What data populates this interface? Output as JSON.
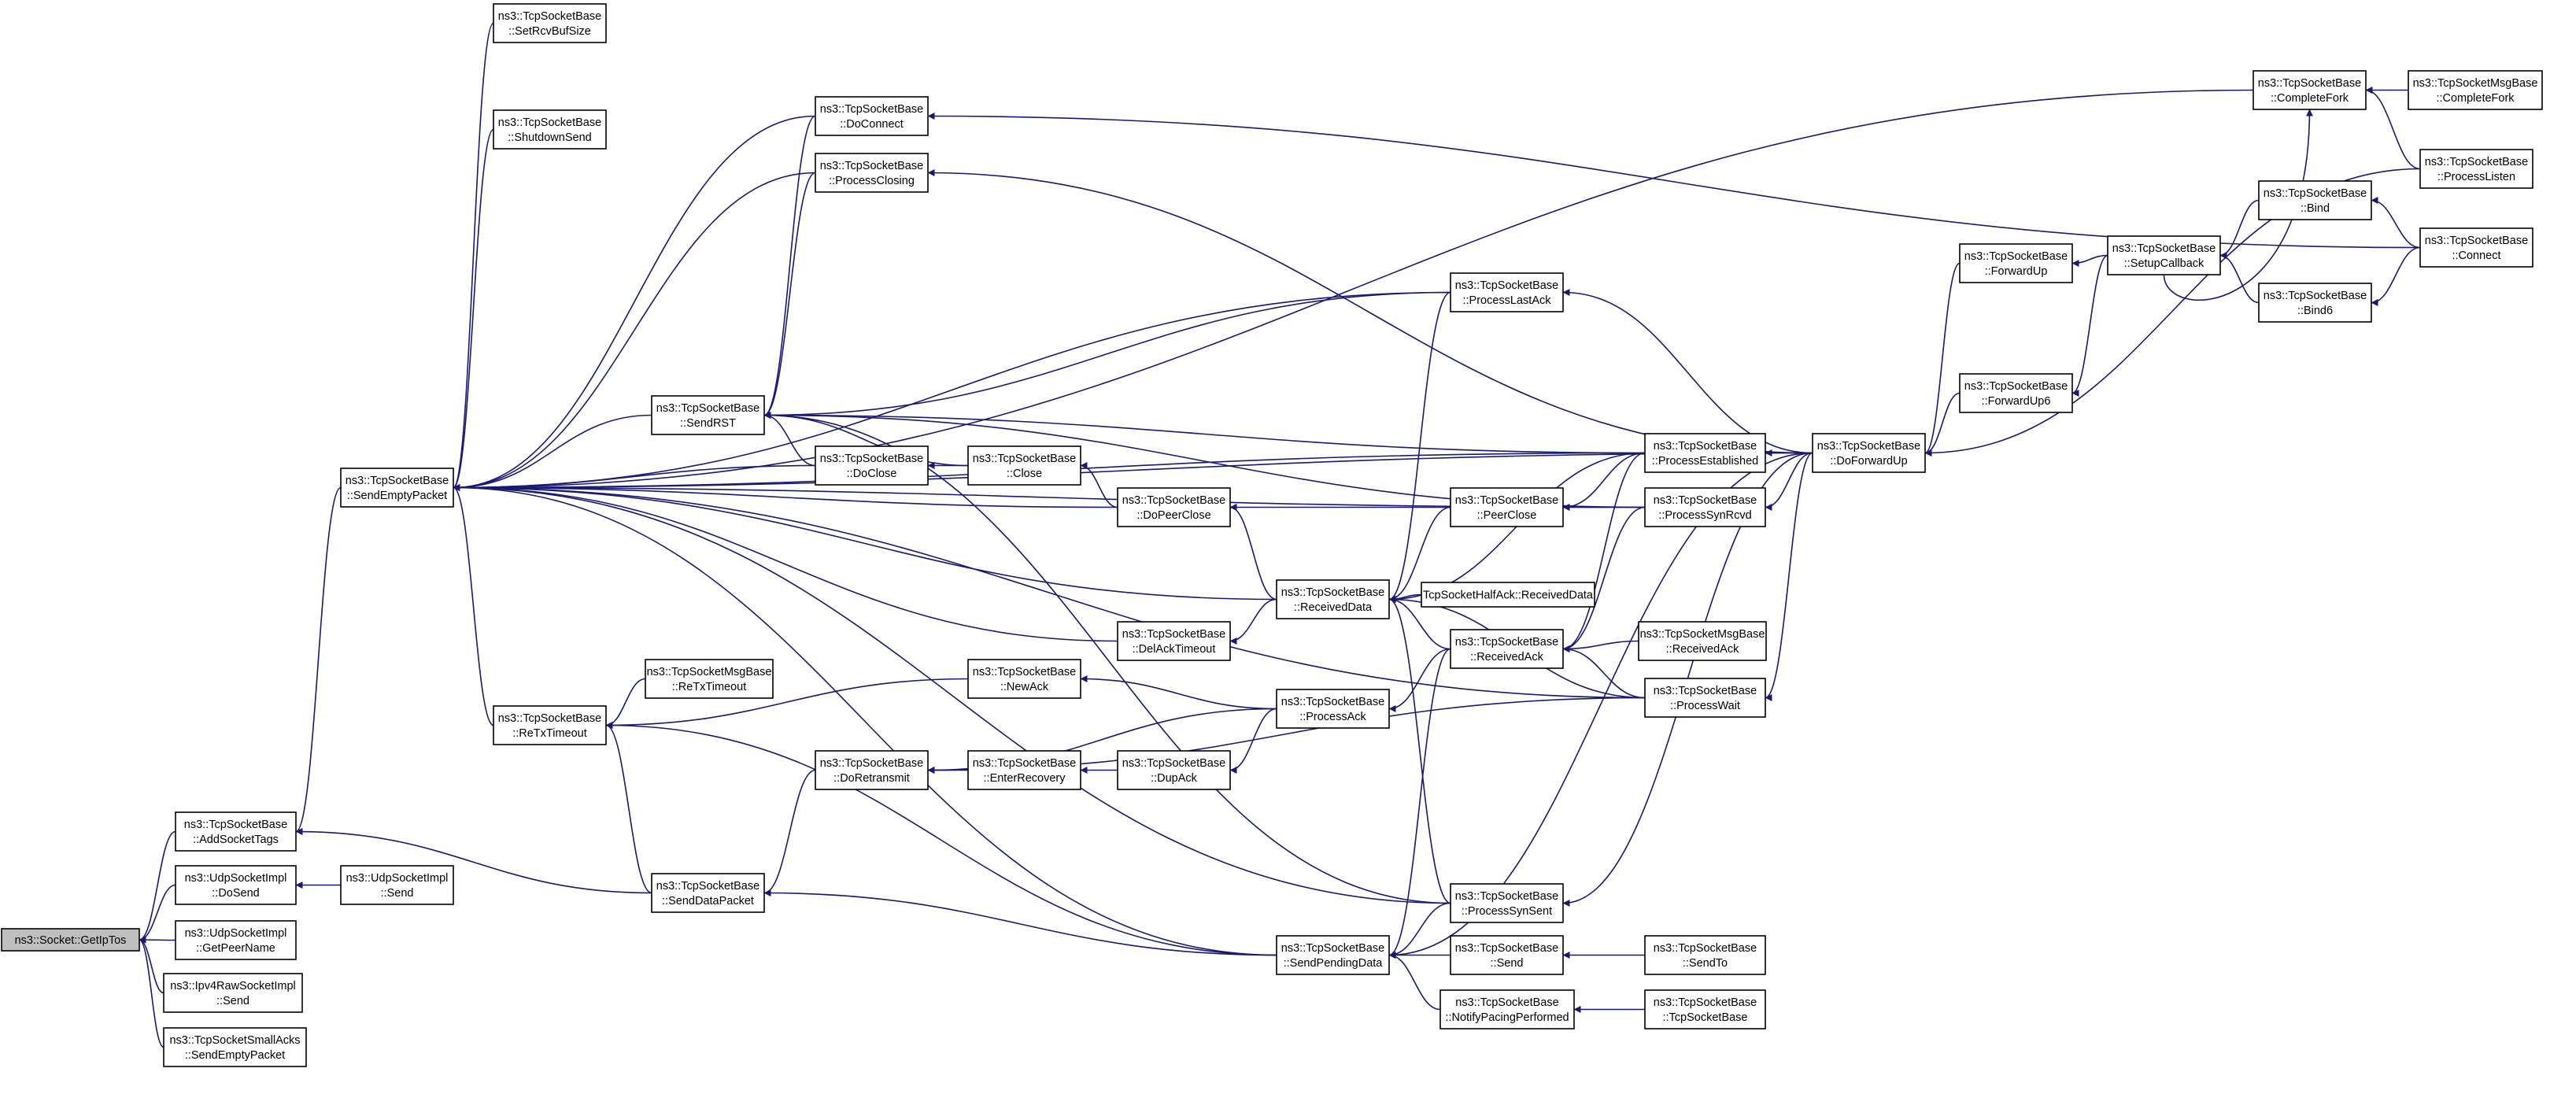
{
  "graph": {
    "root": "getiptos",
    "edge_color": "#191970",
    "root_fill": "#bfbfbf",
    "nodes": [
      {
        "id": "getiptos",
        "lines": [
          "ns3::Socket::GetIpTos"
        ]
      },
      {
        "id": "addsockettags",
        "lines": [
          "ns3::TcpSocketBase",
          "::AddSocketTags"
        ]
      },
      {
        "id": "udp_dosend",
        "lines": [
          "ns3::UdpSocketImpl",
          "::DoSend"
        ]
      },
      {
        "id": "udp_getpeername",
        "lines": [
          "ns3::UdpSocketImpl",
          "::GetPeerName"
        ]
      },
      {
        "id": "ipv4raw_send",
        "lines": [
          "ns3::Ipv4RawSocketImpl",
          "::Send"
        ]
      },
      {
        "id": "smallacks_sendempty",
        "lines": [
          "ns3::TcpSocketSmallAcks",
          "::SendEmptyPacket"
        ]
      },
      {
        "id": "udp_send",
        "lines": [
          "ns3::UdpSocketImpl",
          "::Send"
        ]
      },
      {
        "id": "sendemptypacket",
        "lines": [
          "ns3::TcpSocketBase",
          "::SendEmptyPacket"
        ]
      },
      {
        "id": "setrcvbufsize",
        "lines": [
          "ns3::TcpSocketBase",
          "::SetRcvBufSize"
        ]
      },
      {
        "id": "shutdownsend",
        "lines": [
          "ns3::TcpSocketBase",
          "::ShutdownSend"
        ]
      },
      {
        "id": "retxtimeout",
        "lines": [
          "ns3::TcpSocketBase",
          "::ReTxTimeout"
        ]
      },
      {
        "id": "senddatapacket",
        "lines": [
          "ns3::TcpSocketBase",
          "::SendDataPacket"
        ]
      },
      {
        "id": "doconnect",
        "lines": [
          "ns3::TcpSocketBase",
          "::DoConnect"
        ]
      },
      {
        "id": "processclosing",
        "lines": [
          "ns3::TcpSocketBase",
          "::ProcessClosing"
        ]
      },
      {
        "id": "sendrst",
        "lines": [
          "ns3::TcpSocketBase",
          "::SendRST"
        ]
      },
      {
        "id": "doclose",
        "lines": [
          "ns3::TcpSocketBase",
          "::DoClose"
        ]
      },
      {
        "id": "msgbase_retxtimeout",
        "lines": [
          "ns3::TcpSocketMsgBase",
          "::ReTxTimeout"
        ]
      },
      {
        "id": "doretransmit",
        "lines": [
          "ns3::TcpSocketBase",
          "::DoRetransmit"
        ]
      },
      {
        "id": "close",
        "lines": [
          "ns3::TcpSocketBase",
          "::Close"
        ]
      },
      {
        "id": "newack",
        "lines": [
          "ns3::TcpSocketBase",
          "::NewAck"
        ]
      },
      {
        "id": "enterrecovery",
        "lines": [
          "ns3::TcpSocketBase",
          "::EnterRecovery"
        ]
      },
      {
        "id": "dopeerclose",
        "lines": [
          "ns3::TcpSocketBase",
          "::DoPeerClose"
        ]
      },
      {
        "id": "delacktimeout",
        "lines": [
          "ns3::TcpSocketBase",
          "::DelAckTimeout"
        ]
      },
      {
        "id": "dupack",
        "lines": [
          "ns3::TcpSocketBase",
          "::DupAck"
        ]
      },
      {
        "id": "receiveddata",
        "lines": [
          "ns3::TcpSocketBase",
          "::ReceivedData"
        ]
      },
      {
        "id": "processack",
        "lines": [
          "ns3::TcpSocketBase",
          "::ProcessAck"
        ]
      },
      {
        "id": "sendpendingdata",
        "lines": [
          "ns3::TcpSocketBase",
          "::SendPendingData"
        ]
      },
      {
        "id": "processlastack",
        "lines": [
          "ns3::TcpSocketBase",
          "::ProcessLastAck"
        ]
      },
      {
        "id": "peerclose",
        "lines": [
          "ns3::TcpSocketBase",
          "::PeerClose"
        ]
      },
      {
        "id": "halfack_receiveddata",
        "lines": [
          "TcpSocketHalfAck::ReceivedData"
        ]
      },
      {
        "id": "receivedack",
        "lines": [
          "ns3::TcpSocketBase",
          "::ReceivedAck"
        ]
      },
      {
        "id": "processsynsent",
        "lines": [
          "ns3::TcpSocketBase",
          "::ProcessSynSent"
        ]
      },
      {
        "id": "send",
        "lines": [
          "ns3::TcpSocketBase",
          "::Send"
        ]
      },
      {
        "id": "notifypacingperformed",
        "lines": [
          "ns3::TcpSocketBase",
          "::NotifyPacingPerformed"
        ]
      },
      {
        "id": "processestablished",
        "lines": [
          "ns3::TcpSocketBase",
          "::ProcessEstablished"
        ]
      },
      {
        "id": "processsynrcvd",
        "lines": [
          "ns3::TcpSocketBase",
          "::ProcessSynRcvd"
        ]
      },
      {
        "id": "msgbase_receivedack",
        "lines": [
          "ns3::TcpSocketMsgBase",
          "::ReceivedAck"
        ]
      },
      {
        "id": "processwait",
        "lines": [
          "ns3::TcpSocketBase",
          "::ProcessWait"
        ]
      },
      {
        "id": "sendto",
        "lines": [
          "ns3::TcpSocketBase",
          "::SendTo"
        ]
      },
      {
        "id": "tcpsocketbase_ctor",
        "lines": [
          "ns3::TcpSocketBase",
          "::TcpSocketBase"
        ]
      },
      {
        "id": "doforwardup",
        "lines": [
          "ns3::TcpSocketBase",
          "::DoForwardUp"
        ]
      },
      {
        "id": "forwardup",
        "lines": [
          "ns3::TcpSocketBase",
          "::ForwardUp"
        ]
      },
      {
        "id": "forwardup6",
        "lines": [
          "ns3::TcpSocketBase",
          "::ForwardUp6"
        ]
      },
      {
        "id": "setupcallback",
        "lines": [
          "ns3::TcpSocketBase",
          "::SetupCallback"
        ]
      },
      {
        "id": "completefork",
        "lines": [
          "ns3::TcpSocketBase",
          "::CompleteFork"
        ]
      },
      {
        "id": "bind",
        "lines": [
          "ns3::TcpSocketBase",
          "::Bind"
        ]
      },
      {
        "id": "bind6",
        "lines": [
          "ns3::TcpSocketBase",
          "::Bind6"
        ]
      },
      {
        "id": "msgbase_completefork",
        "lines": [
          "ns3::TcpSocketMsgBase",
          "::CompleteFork"
        ]
      },
      {
        "id": "processlisten",
        "lines": [
          "ns3::TcpSocketBase",
          "::ProcessListen"
        ]
      },
      {
        "id": "connect",
        "lines": [
          "ns3::TcpSocketBase",
          "::Connect"
        ]
      }
    ],
    "edges": [
      [
        "addsockettags",
        "getiptos"
      ],
      [
        "udp_dosend",
        "getiptos"
      ],
      [
        "udp_getpeername",
        "getiptos"
      ],
      [
        "ipv4raw_send",
        "getiptos"
      ],
      [
        "smallacks_sendempty",
        "getiptos"
      ],
      [
        "udp_send",
        "udp_dosend"
      ],
      [
        "sendemptypacket",
        "addsockettags"
      ],
      [
        "senddatapacket",
        "addsockettags"
      ],
      [
        "setrcvbufsize",
        "sendemptypacket"
      ],
      [
        "shutdownsend",
        "sendemptypacket"
      ],
      [
        "doconnect",
        "sendemptypacket"
      ],
      [
        "processclosing",
        "sendemptypacket"
      ],
      [
        "sendrst",
        "sendemptypacket"
      ],
      [
        "doclose",
        "sendemptypacket"
      ],
      [
        "dopeerclose",
        "sendemptypacket"
      ],
      [
        "receiveddata",
        "sendemptypacket"
      ],
      [
        "delacktimeout",
        "sendemptypacket"
      ],
      [
        "retxtimeout",
        "sendemptypacket"
      ],
      [
        "processlastack",
        "sendemptypacket"
      ],
      [
        "processsynrcvd",
        "sendemptypacket"
      ],
      [
        "processwait",
        "sendemptypacket"
      ],
      [
        "processsynsent",
        "sendemptypacket"
      ],
      [
        "sendpendingdata",
        "sendemptypacket"
      ],
      [
        "doforwardup",
        "sendemptypacket"
      ],
      [
        "completefork",
        "sendemptypacket"
      ],
      [
        "processestablished",
        "sendemptypacket"
      ],
      [
        "doconnect",
        "sendrst"
      ],
      [
        "processclosing",
        "sendrst"
      ],
      [
        "doclose",
        "sendrst"
      ],
      [
        "close",
        "sendrst"
      ],
      [
        "processlastack",
        "sendrst"
      ],
      [
        "processestablished",
        "sendrst"
      ],
      [
        "processsynrcvd",
        "sendrst"
      ],
      [
        "processsynsent",
        "sendrst"
      ],
      [
        "close",
        "doclose"
      ],
      [
        "dopeerclose",
        "close"
      ],
      [
        "peerclose",
        "dopeerclose"
      ],
      [
        "receiveddata",
        "dopeerclose"
      ],
      [
        "receiveddata",
        "delacktimeout"
      ],
      [
        "msgbase_retxtimeout",
        "retxtimeout"
      ],
      [
        "newack",
        "retxtimeout"
      ],
      [
        "senddatapacket",
        "retxtimeout"
      ],
      [
        "sendpendingdata",
        "retxtimeout"
      ],
      [
        "doretransmit",
        "senddatapacket"
      ],
      [
        "sendpendingdata",
        "senddatapacket"
      ],
      [
        "enterrecovery",
        "doretransmit"
      ],
      [
        "processack",
        "doretransmit"
      ],
      [
        "processwait",
        "doretransmit"
      ],
      [
        "dupack",
        "enterrecovery"
      ],
      [
        "processack",
        "dupack"
      ],
      [
        "processack",
        "newack"
      ],
      [
        "receivedack",
        "processack"
      ],
      [
        "peerclose",
        "receiveddata"
      ],
      [
        "halfack_receiveddata",
        "receiveddata"
      ],
      [
        "receivedack",
        "receiveddata"
      ],
      [
        "processsynsent",
        "receiveddata"
      ],
      [
        "processestablished",
        "receiveddata"
      ],
      [
        "processwait",
        "receiveddata"
      ],
      [
        "processlastack",
        "receiveddata"
      ],
      [
        "send",
        "sendpendingdata"
      ],
      [
        "notifypacingperformed",
        "sendpendingdata"
      ],
      [
        "processsynsent",
        "sendpendingdata"
      ],
      [
        "receivedack",
        "sendpendingdata"
      ],
      [
        "doforwardup",
        "sendpendingdata"
      ],
      [
        "sendto",
        "send"
      ],
      [
        "tcpsocketbase_ctor",
        "notifypacingperformed"
      ],
      [
        "processestablished",
        "peerclose"
      ],
      [
        "processsynrcvd",
        "peerclose"
      ],
      [
        "msgbase_receivedack",
        "receivedack"
      ],
      [
        "processestablished",
        "receivedack"
      ],
      [
        "processsynrcvd",
        "receivedack"
      ],
      [
        "processwait",
        "receivedack"
      ],
      [
        "doforwardup",
        "processestablished"
      ],
      [
        "doforwardup",
        "processsynrcvd"
      ],
      [
        "doforwardup",
        "processwait"
      ],
      [
        "doforwardup",
        "processsynsent"
      ],
      [
        "doforwardup",
        "processlastack"
      ],
      [
        "doforwardup",
        "processclosing"
      ],
      [
        "forwardup",
        "doforwardup"
      ],
      [
        "forwardup6",
        "doforwardup"
      ],
      [
        "processlisten",
        "doforwardup"
      ],
      [
        "setupcallback",
        "forwardup"
      ],
      [
        "setupcallback",
        "forwardup6"
      ],
      [
        "bind",
        "setupcallback"
      ],
      [
        "bind6",
        "setupcallback"
      ],
      [
        "setupcallback",
        "completefork"
      ],
      [
        "connect",
        "bind"
      ],
      [
        "connect",
        "bind6"
      ],
      [
        "connect",
        "doconnect"
      ],
      [
        "msgbase_completefork",
        "completefork"
      ],
      [
        "processlisten",
        "completefork"
      ]
    ]
  }
}
